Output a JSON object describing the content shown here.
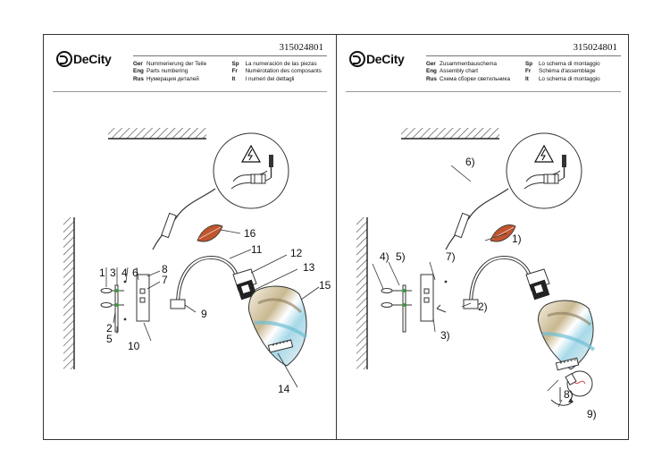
{
  "brand": "DeCity",
  "left": {
    "code": "315024801",
    "labels": [
      {
        "lang": "Ger",
        "text": "Nummerierung der Teile"
      },
      {
        "lang": "Sp",
        "text": "La numeración de las piezas"
      },
      {
        "lang": "Eng",
        "text": "Parts numbering"
      },
      {
        "lang": "Fr",
        "text": "Numérotation des composants"
      },
      {
        "lang": "Rus",
        "text": "Нумерация деталей"
      },
      {
        "lang": "It",
        "text": "I numeri dei dettagli"
      }
    ],
    "callouts": [
      "1",
      "3",
      "4",
      "6",
      "8",
      "7",
      "2",
      "5",
      "10",
      "9",
      "16",
      "11",
      "12",
      "13",
      "15",
      "14"
    ]
  },
  "right": {
    "code": "315024801",
    "labels": [
      {
        "lang": "Ger",
        "text": "Zusammenbauschema"
      },
      {
        "lang": "Sp",
        "text": "Lo schema di montaggio"
      },
      {
        "lang": "Eng",
        "text": "Assembly chart"
      },
      {
        "lang": "Fr",
        "text": "Schéma d'assemblage"
      },
      {
        "lang": "Rus",
        "text": "Схема сборки светильника"
      },
      {
        "lang": "It",
        "text": "Lo schema di montaggio"
      }
    ],
    "callouts": [
      "6)",
      "1)",
      "4)",
      "5)",
      "7)",
      "2)",
      "3)",
      "8)",
      "9)"
    ]
  }
}
